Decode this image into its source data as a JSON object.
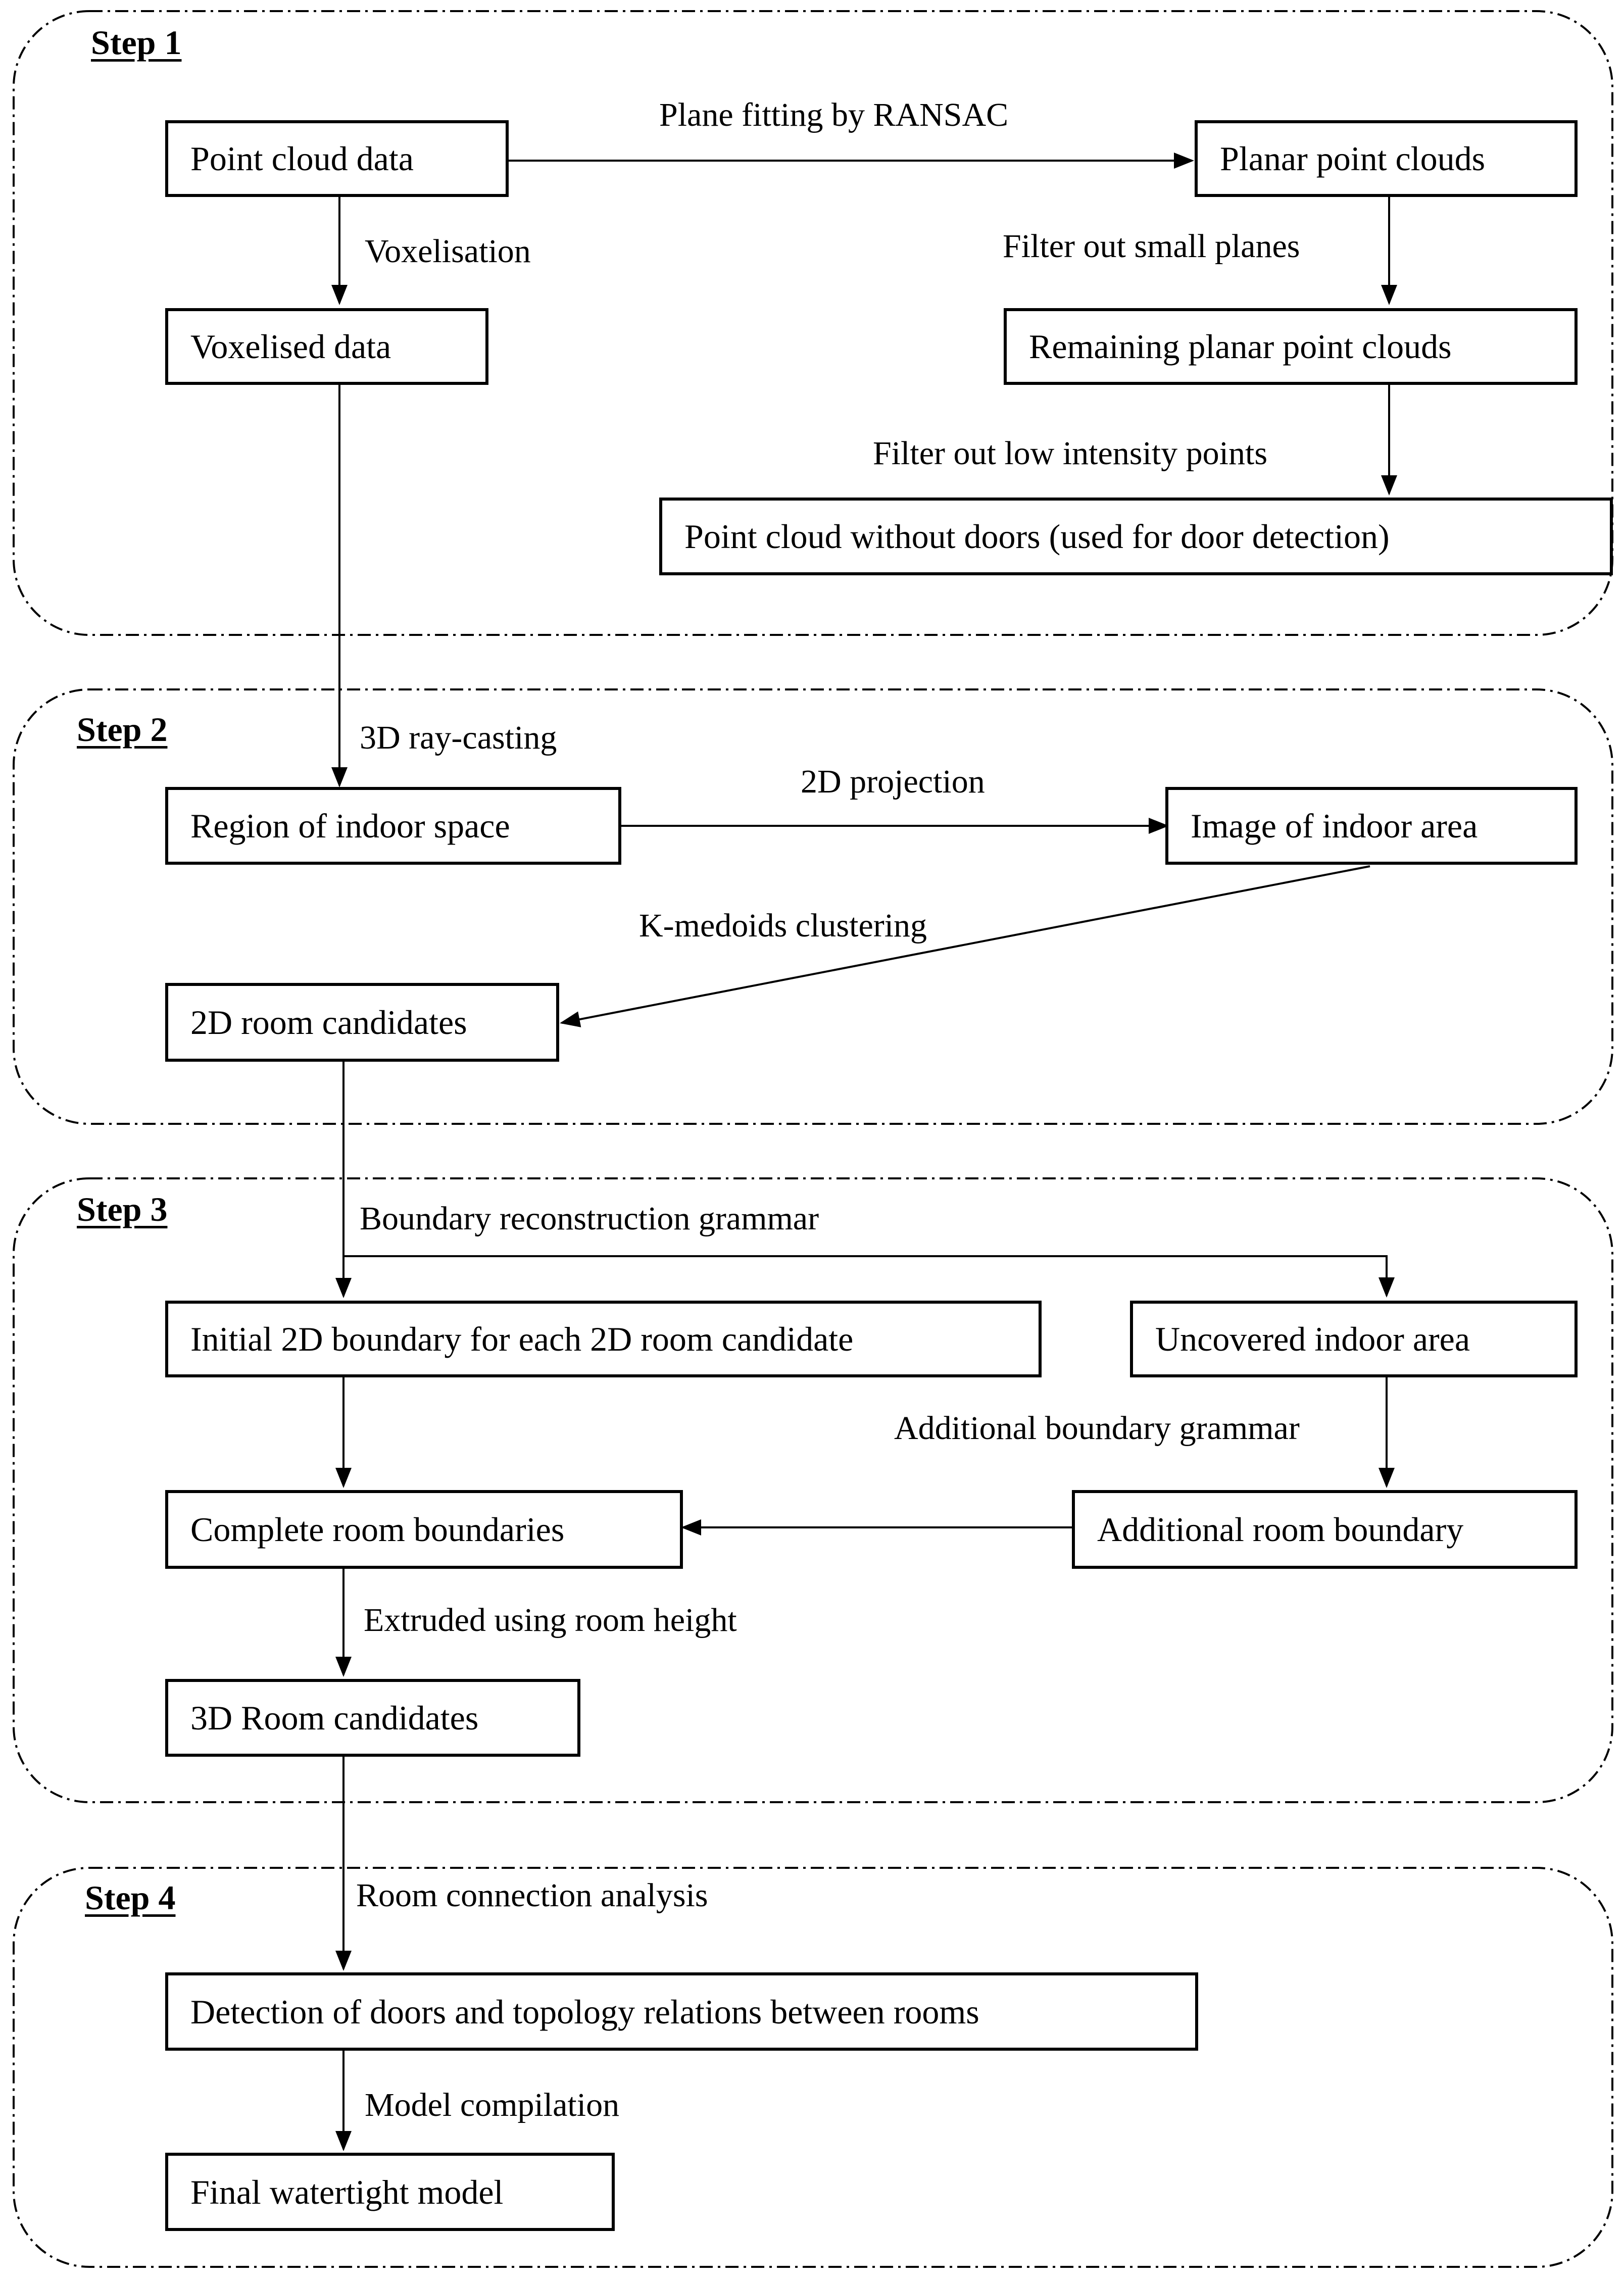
{
  "steps": [
    {
      "label": "Step 1"
    },
    {
      "label": "Step 2"
    },
    {
      "label": "Step 3"
    },
    {
      "label": "Step 4"
    }
  ],
  "boxes": {
    "point_cloud_data": "Point cloud data",
    "planar_point_clouds": "Planar point clouds",
    "voxelised_data": "Voxelised data",
    "remaining_planar_point_clouds": "Remaining planar point clouds",
    "point_cloud_without_doors": "Point cloud without doors (used for door detection)",
    "region_of_indoor_space": "Region of indoor space",
    "image_of_indoor_area": "Image of indoor area",
    "room_candidates_2d": "2D room candidates",
    "initial_2d_boundary": "Initial 2D boundary for each 2D room candidate",
    "uncovered_indoor_area": "Uncovered indoor area",
    "complete_room_boundaries": "Complete room boundaries",
    "additional_room_boundary": "Additional room boundary",
    "room_candidates_3d": "3D Room candidates",
    "detection_of_doors": "Detection of doors and topology relations between rooms",
    "final_watertight_model": "Final watertight model"
  },
  "edges": {
    "plane_fitting": "Plane fitting by RANSAC",
    "voxelisation": "Voxelisation",
    "filter_small_planes": "Filter out small planes",
    "filter_low_intensity": "Filter out low intensity points",
    "ray_casting": "3D ray-casting",
    "projection_2d": "2D projection",
    "k_medoids": "K-medoids clustering",
    "boundary_grammar": "Boundary reconstruction grammar",
    "additional_grammar": "Additional boundary grammar",
    "extruded": "Extruded using room height",
    "room_connection": "Room connection analysis",
    "model_compilation": "Model compilation"
  }
}
